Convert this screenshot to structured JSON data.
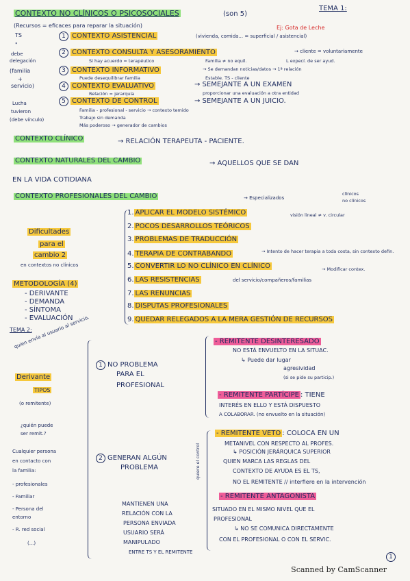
{
  "header": {
    "title": "CONTEXTO NO CLÍNICOS O PSICOSOCIALES",
    "count": "(son 5)",
    "tema": "TEMA 1:",
    "recursos": "(Recursos = eficaces para reparar la situación)",
    "ej": "Ej: Gota de Leche"
  },
  "margin_notes": {
    "ts": "TS",
    "ditto": "\"",
    "deleg1": "debe",
    "deleg2": "delegación",
    "familia": "(familia",
    "plus": "+",
    "servicio": "servicio)",
    "lucha1": "Lucha",
    "lucha2": "tuvieron",
    "lucha3": "(debe vínculo)"
  },
  "contexts": [
    {
      "num": "1",
      "label": "CONTEXTO ASISTENCIAL",
      "note": "(vivienda, comida... = superficial / asistencial)"
    },
    {
      "num": "2",
      "label": "CONTEXTO CONSULTA Y ASESORAMIENTO",
      "note": "→ cliente = voluntariamente",
      "sub1": "Si hay acuerdo = terapéutico",
      "sub2": "Familia ≠ no equil.",
      "sub3": "L expecí. de ser ayud."
    },
    {
      "num": "3",
      "label": "CONTEXTO INFORMATIVO",
      "note": "→ Se demandan noticias/datos → 1ª relación",
      "sub1": "Puede desequilibrar familia",
      "sub2": "Estable. TS - cliente"
    },
    {
      "num": "4",
      "label": "CONTEXTO EVALUATIVO",
      "arrow": "→ SEMEJANTE A UN EXAMEN",
      "sub1": "Relación = jerarquía",
      "sub2": "proporcionar una evaluación a otra entidad"
    },
    {
      "num": "5",
      "label": "CONTEXTO DE CONTROL",
      "arrow": "→ SEMEJANTE A UN JUICIO.",
      "sub1": "Familia - profesional - servicio → contexto temido",
      "sub2": "Trabajo sin demanda",
      "sub3": "Más poderoso → generador de cambios"
    }
  ],
  "clinico": {
    "label": "CONTEXTO CLÍNICO",
    "text": "→ RELACIÓN TERAPEUTA - PACIENTE."
  },
  "naturales": {
    "label": "CONTEXTO NATURALES DEL CAMBIO",
    "text": "→ AQUELLOS QUE SE DAN",
    "text2": "EN LA VIDA COTIDIANA"
  },
  "profesionales": {
    "label": "CONTEXTO PROFESIONALES DEL CAMBIO",
    "text": "→ Especializados",
    "a": "clínicos",
    "b": "no clínicos"
  },
  "dificultades": {
    "title1": "Dificultades",
    "title2": "para el",
    "title3": "cambio 2",
    "sub": "en contextos no clínicos",
    "items": [
      {
        "n": "1.",
        "t": "APLICAR EL MODELO SISTÉMICO",
        "note": "visión lineal ≠ v. circular"
      },
      {
        "n": "2.",
        "t": "POCOS DESARROLLOS TEÓRICOS",
        "note": ""
      },
      {
        "n": "3.",
        "t": "PROBLEMAS DE TRADUCCIÓN",
        "note": ""
      },
      {
        "n": "4.",
        "t": "TERAPIA DE CONTRABANDO",
        "note": "→ Intento de hacer terapia a toda costa, sin contexto defin."
      },
      {
        "n": "5.",
        "t": "CONVERTIR LO NO CLÍNICO EN CLÍNICO",
        "note": "→ Modificar contex."
      },
      {
        "n": "6.",
        "t": "LAS RESISTENCIAS",
        "note": "del servicio/compañeros/familias"
      },
      {
        "n": "7.",
        "t": "LAS RENUNCIAS",
        "note": ""
      },
      {
        "n": "8.",
        "t": "DISPUTAS PROFESIONALES",
        "note": ""
      },
      {
        "n": "9.",
        "t": "QUEDAR RELEGADOS A LA MERA GESTIÓN DE RECURSOS",
        "note": ""
      }
    ]
  },
  "metodologia": {
    "title": "METODOLOGÍA (4)",
    "items": [
      "- DERIVANTE",
      "- DEMANDA",
      "- SÍNTOMA",
      "- EVALUACIÓN"
    ]
  },
  "tema2": {
    "label": "TEMA 2:",
    "quien": "quien envía al usuario al servicio.",
    "derivante": "Derivante",
    "tipos": "TIPOS",
    "remitente": "(o remitente)",
    "pregunta1": "¿quién puede",
    "pregunta2": "ser remit.?",
    "cualquier1": "Cualquier persona",
    "cualquier2": "en contacto con",
    "cualquier3": "la familia:",
    "lista": [
      "- profesionales",
      "- Familiar",
      "- Persona del",
      "  entorno",
      "- R. red social",
      "(...)"
    ],
    "case1": {
      "n": "1",
      "t1": "NO PROBLEMA",
      "t2": "PARA EL",
      "t3": "PROFESIONAL"
    },
    "case2": {
      "n": "2",
      "t1": "GENERAN ALGÚN",
      "t2": "PROBLEMA"
    },
    "quiere": "quiere el control",
    "r1": {
      "label": "- REMITENTE DESINTERESADO",
      "l1": "NO ESTÁ ENVUELTO EN LA SITUAC.",
      "l2": "↳ Puede dar lugar",
      "l3": "agresividad",
      "l4": "(si se pide su particip.)"
    },
    "r2": {
      "label": "- REMITENTE PARTÍCIPE",
      "l0": ": TIENE",
      "l1": "INTERÉS EN ELLO Y ESTÁ DISPUESTO",
      "l2": "A COLABORAR. (no envuelto en la situación)"
    },
    "r3": {
      "label": "- REMITENTE VETO",
      "l0": ": COLOCA EN UN",
      "l1": "METANIVEL CON RESPECTO AL PROFES.",
      "l2": "↳ POSICIÓN JERÁRQUICA SUPERIOR",
      "l3": "QUIEN MARCA LAS REGLAS DEL",
      "l4": "CONTEXTO DE AYUDA ES EL TS,",
      "l5": "NO EL REMITENTE // interfiere en la intervención"
    },
    "r4": {
      "label": "- REMITENTE ANTAGONISTA",
      "l1": "SITUADO EN EL MISMO NIVEL QUE EL",
      "l2": "PROFESIONAL",
      "l3": "↳ NO SE COMUNICA DIRECTAMENTE",
      "l4": "CON EL PROFESIONAL O CON EL SERVIC."
    },
    "left_bottom": [
      "MANTIENEN UNA",
      "RELACIÓN CON LA",
      "PERSONA ENVIADA",
      "USUARIO SERÁ",
      "MANIPULADO",
      "ENTRE TS Y EL REMITENTE"
    ],
    "page_num": "1"
  },
  "footer": "Scanned by CamScanner"
}
